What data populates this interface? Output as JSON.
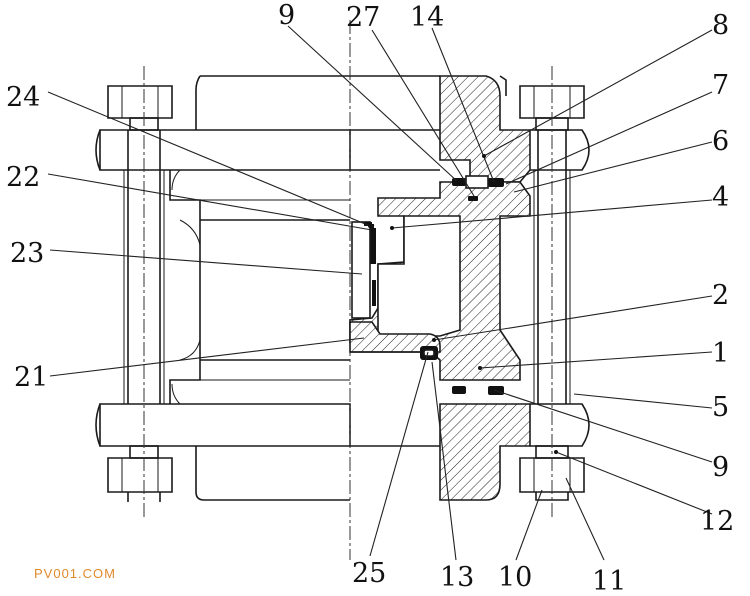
{
  "labels": {
    "l24": "24",
    "l22": "22",
    "l23": "23",
    "l21": "21",
    "l9a": "9",
    "l27": "27",
    "l14": "14",
    "l8": "8",
    "l7": "7",
    "l6": "6",
    "l4": "4",
    "l2": "2",
    "l1": "1",
    "l5": "5",
    "l9b": "9",
    "l12": "12",
    "l25": "25",
    "l13": "13",
    "l10": "10",
    "l11": "11"
  },
  "watermark": "PV001.COM",
  "colors": {
    "line": "#1a1a1a",
    "watermark": "#e08a2c",
    "background": "#ffffff"
  }
}
